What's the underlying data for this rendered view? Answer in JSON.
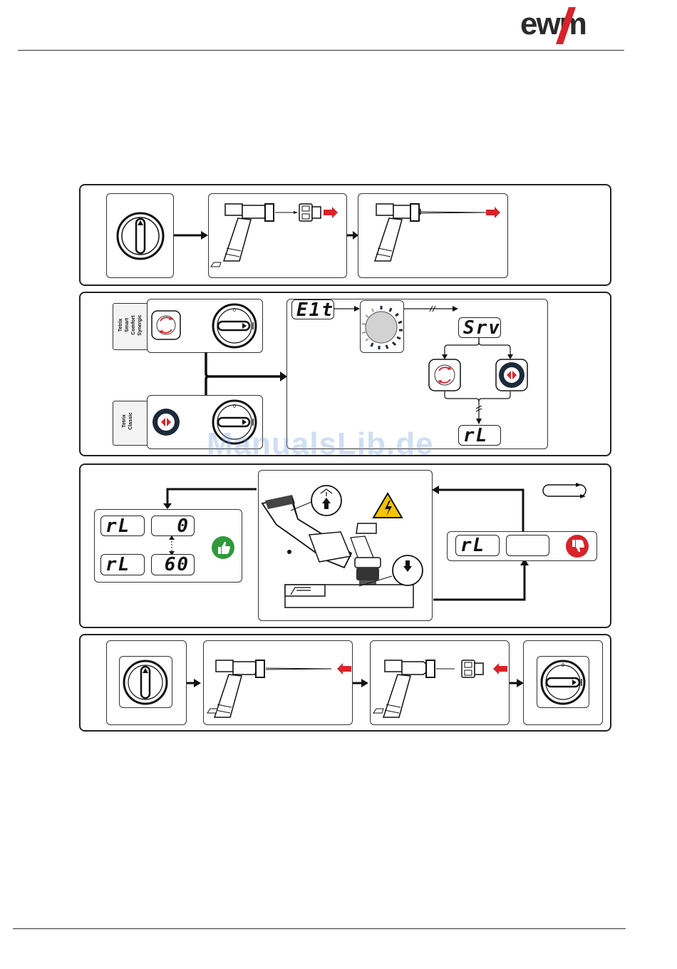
{
  "header": {
    "logo_text": "ewm",
    "logo_accent_color": "#d8232a"
  },
  "watermark": "ManualsLib.de",
  "panel2": {
    "group_top_label": [
      "Tetrix",
      "Smart",
      "Comfort",
      "Synergic"
    ],
    "group_bottom_label": [
      "Tetrix",
      "Classic"
    ],
    "display_elt": "E1t",
    "display_srv": "Srv",
    "display_rl": "rL"
  },
  "panel3": {
    "display_rl_a": "rL",
    "display_val_a": "0",
    "display_rl_b": "rL",
    "display_val_b": "60",
    "display_rl_c": "rL",
    "display_val_c": ""
  },
  "colors": {
    "accent_red": "#d8232a",
    "good_green": "#2e9a3a",
    "dark_navy": "#1d2a3a",
    "warning_yellow": "#f5c400"
  }
}
